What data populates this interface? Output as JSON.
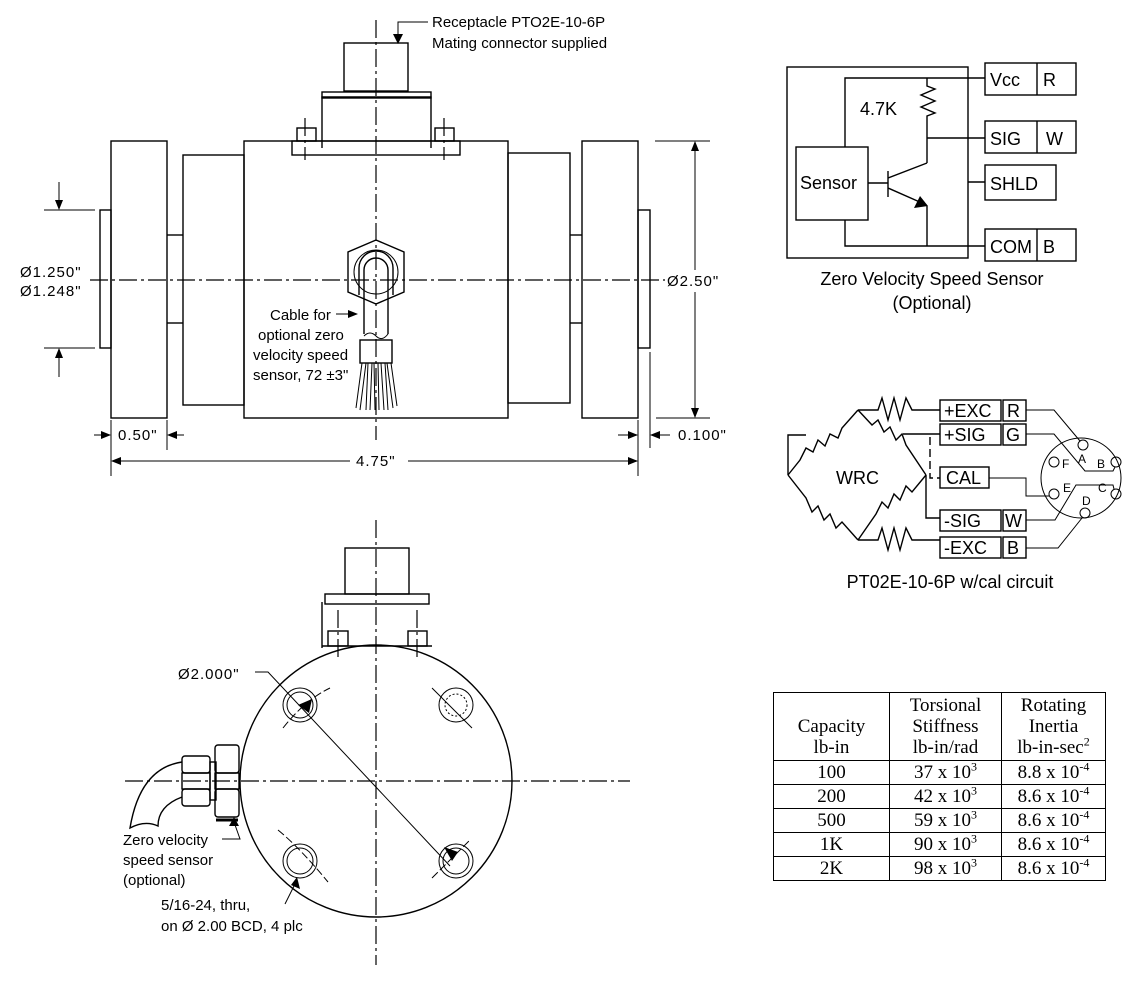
{
  "side_view": {
    "receptacle_note_line1": "Receptacle PTO2E-10-6P",
    "receptacle_note_line2": "Mating connector supplied",
    "shaft_diameter_max": "Ø1.250\"",
    "shaft_diameter_min": "Ø1.248\"",
    "flange_diameter": "Ø2.50\"",
    "cable_note": [
      "Cable for",
      "optional zero",
      "velocity speed",
      "sensor, 72 ±3\""
    ],
    "flange_width": "0.50\"",
    "pilot_depth": "0.100\"",
    "overall_length": "4.75\""
  },
  "end_view": {
    "bolt_circle_diameter": "Ø2.000\"",
    "sensor_note": [
      "Zero velocity",
      "speed sensor",
      "(optional)"
    ],
    "hole_note": [
      "5/16-24, thru,",
      "on Ø 2.00 BCD, 4 plc"
    ]
  },
  "speed_sensor_circuit": {
    "resistor_value": "4.7K",
    "sensor_label": "Sensor",
    "pins": [
      {
        "signal": "Vcc",
        "color": "R"
      },
      {
        "signal": "SIG",
        "color": "W"
      },
      {
        "signal": "SHLD",
        "color": ""
      },
      {
        "signal": "COM",
        "color": "B"
      }
    ],
    "caption_line1": "Zero Velocity Speed Sensor",
    "caption_line2": "(Optional)"
  },
  "bridge_circuit": {
    "bridge_label": "WRC",
    "pins": [
      {
        "signal": "+EXC",
        "color": "R"
      },
      {
        "signal": "+SIG",
        "color": "G"
      },
      {
        "signal": "CAL",
        "color": ""
      },
      {
        "signal": "-SIG",
        "color": "W"
      },
      {
        "signal": "-EXC",
        "color": "B"
      }
    ],
    "connector_pins": [
      "A",
      "B",
      "C",
      "D",
      "E",
      "F"
    ],
    "caption": "PT02E-10-6P w/cal circuit"
  },
  "spec_table": {
    "headers": [
      [
        "Capacity",
        "lb-in"
      ],
      [
        "Torsional",
        "Stiffness",
        "lb-in/rad"
      ],
      [
        "Rotating",
        "Inertia",
        "lb-in-sec",
        "2"
      ]
    ],
    "rows": [
      {
        "capacity": "100",
        "stiffness": "37 x 10",
        "stiffness_exp": "3",
        "inertia": "8.8 x 10",
        "inertia_exp": "-4"
      },
      {
        "capacity": "200",
        "stiffness": "42 x 10",
        "stiffness_exp": "3",
        "inertia": "8.6 x 10",
        "inertia_exp": "-4"
      },
      {
        "capacity": "500",
        "stiffness": "59 x 10",
        "stiffness_exp": "3",
        "inertia": "8.6 x 10",
        "inertia_exp": "-4"
      },
      {
        "capacity": "1K",
        "stiffness": "90 x 10",
        "stiffness_exp": "3",
        "inertia": "8.6 x 10",
        "inertia_exp": "-4"
      },
      {
        "capacity": "2K",
        "stiffness": "98 x 10",
        "stiffness_exp": "3",
        "inertia": "8.6 x 10",
        "inertia_exp": "-4"
      }
    ]
  }
}
